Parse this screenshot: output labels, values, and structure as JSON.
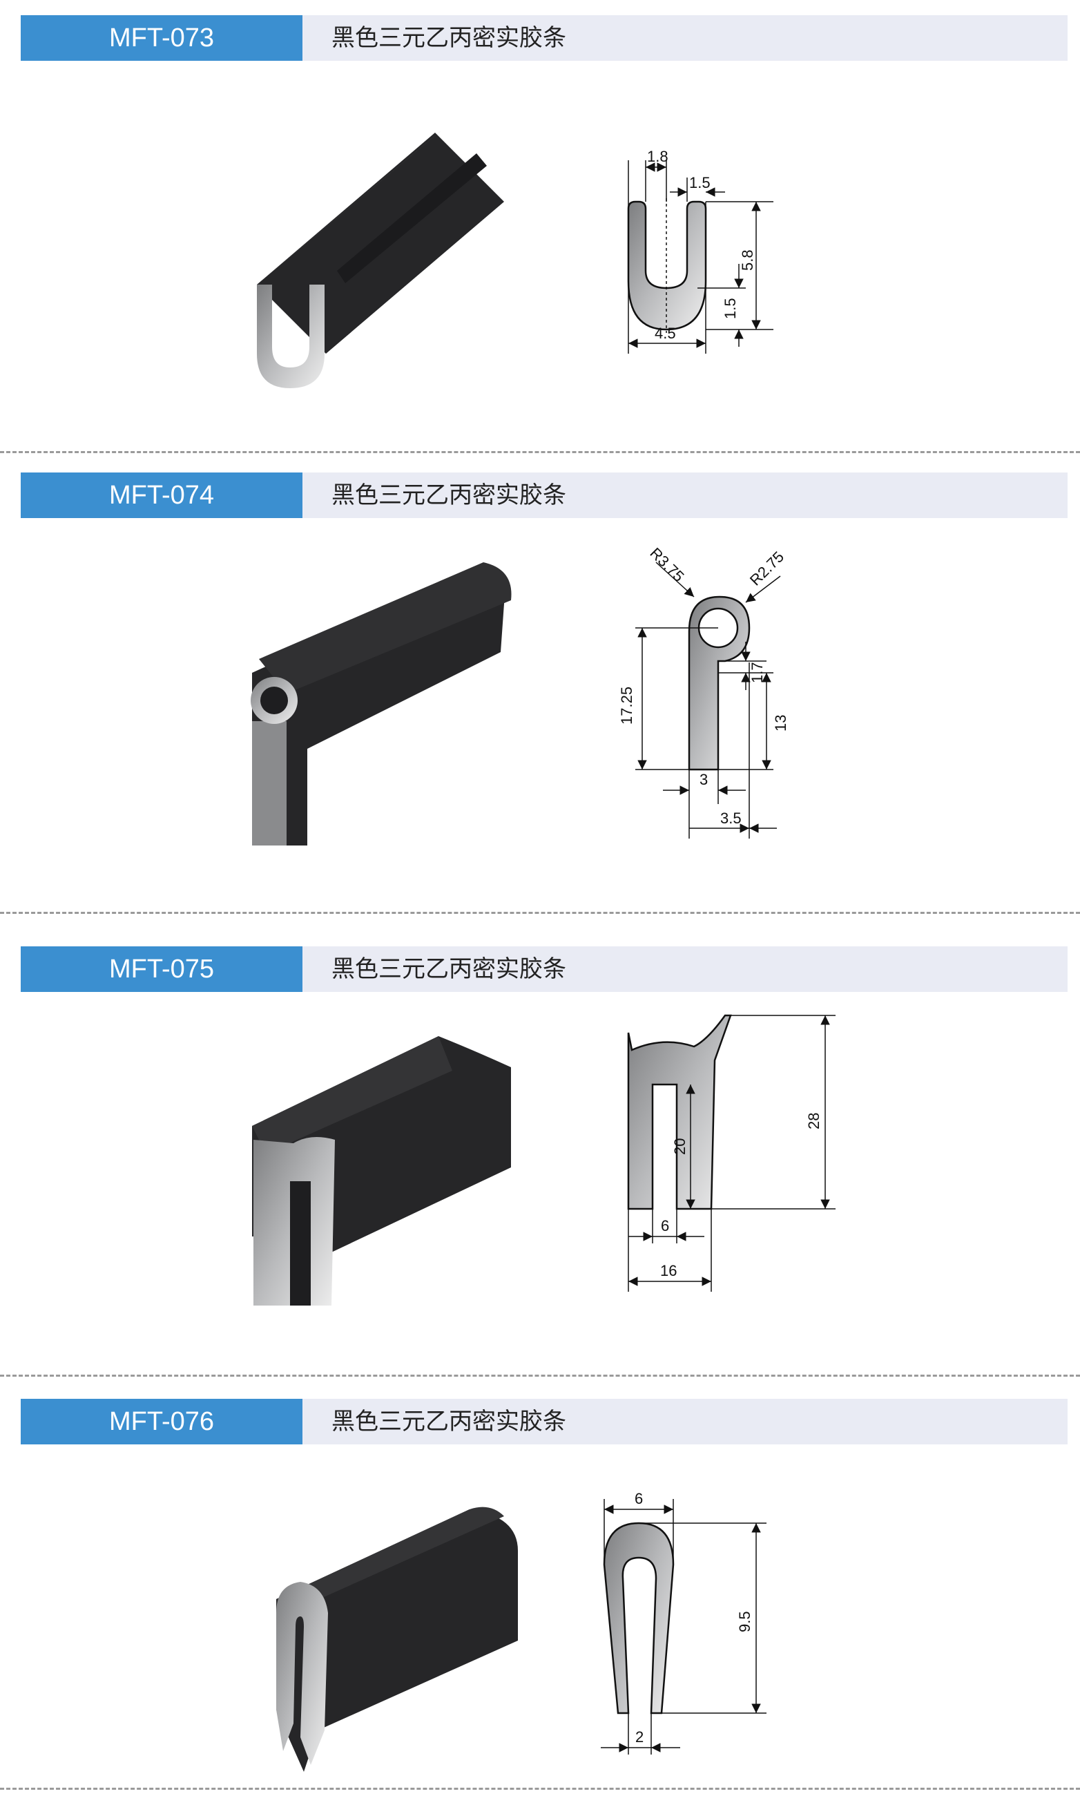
{
  "products": [
    {
      "code": "MFT-073",
      "name": "黑色三元乙丙密实胶条",
      "dims": {
        "d1": "1.8",
        "d2": "1.5",
        "d3": "5.8",
        "d4": "1.5",
        "d5": "4.5"
      }
    },
    {
      "code": "MFT-074",
      "name": "黑色三元乙丙密实胶条",
      "dims": {
        "d1": "R3.75",
        "d2": "R2.75",
        "d3": "17.25",
        "d4": "1.7",
        "d5": "13",
        "d6": "3",
        "d7": "3.5"
      }
    },
    {
      "code": "MFT-075",
      "name": "黑色三元乙丙密实胶条",
      "dims": {
        "d1": "28",
        "d2": "20",
        "d3": "6",
        "d4": "16"
      }
    },
    {
      "code": "MFT-076",
      "name": "黑色三元乙丙密实胶条",
      "dims": {
        "d1": "6",
        "d2": "9.5",
        "d3": "2"
      }
    }
  ],
  "colors": {
    "header_code_bg": "#3b8fd0",
    "header_bg": "#e9ebf4",
    "rubber": "#2c2c2e",
    "section": "#8f9092"
  }
}
